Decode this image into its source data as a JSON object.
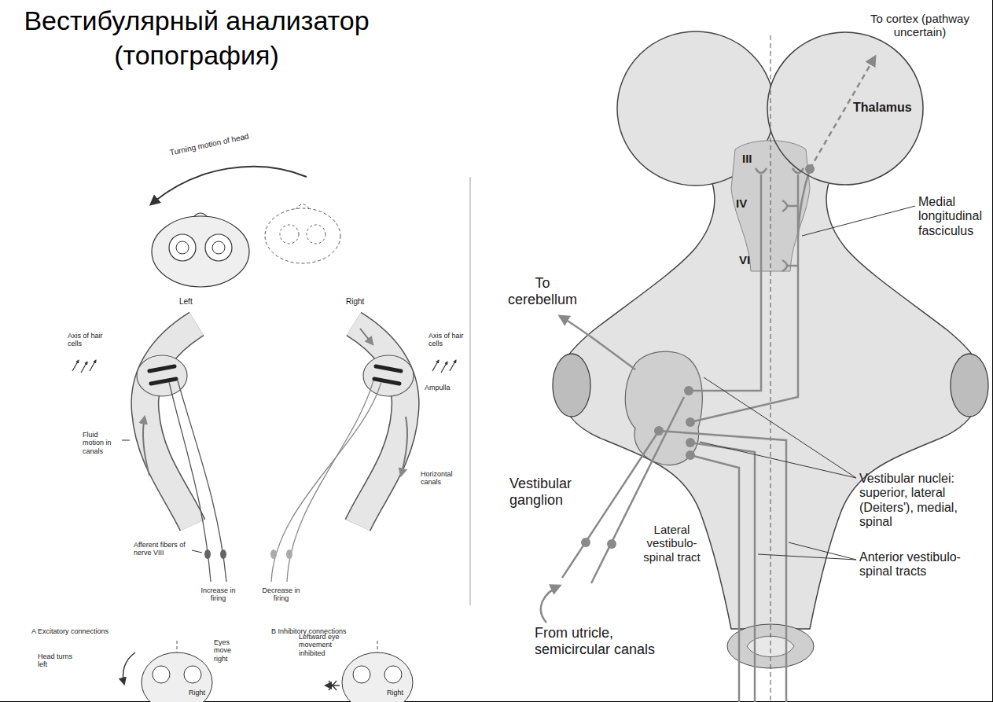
{
  "diagram": {
    "title": "Вестибулярный анализатор (топография)",
    "nodes": [
      {
        "text": [
          "Thalamus"
        ]
      }
    ],
    "labels": [
      "Turning motion of head",
      "Left",
      "Right",
      "Axis of hair cells",
      "Axis of hair cells",
      "Ampulla",
      "Fluid motion in canals",
      "Horizontal canals",
      "Afferent fibers of nerve VIII",
      "Increase in firing",
      "Decrease in firing",
      "A Excitatory connections",
      "B Inhibitory connections",
      "Head turns left",
      "Eyes move right",
      "Right",
      "Leftward eye movement inhibited",
      "Right",
      "To cortex (pathway uncertain)",
      "III",
      "IV",
      "VI",
      "To cerebellum",
      "Medial longitudinal fasciculus",
      "Vestibular ganglion",
      "Vestibular nuclei: superior, lateral (Deiters'), medial, spinal",
      "Lateral vestibulo-spinal tract",
      "Anterior vestibulo-spinal tracts",
      "From utricle, semicircular canals"
    ]
  }
}
